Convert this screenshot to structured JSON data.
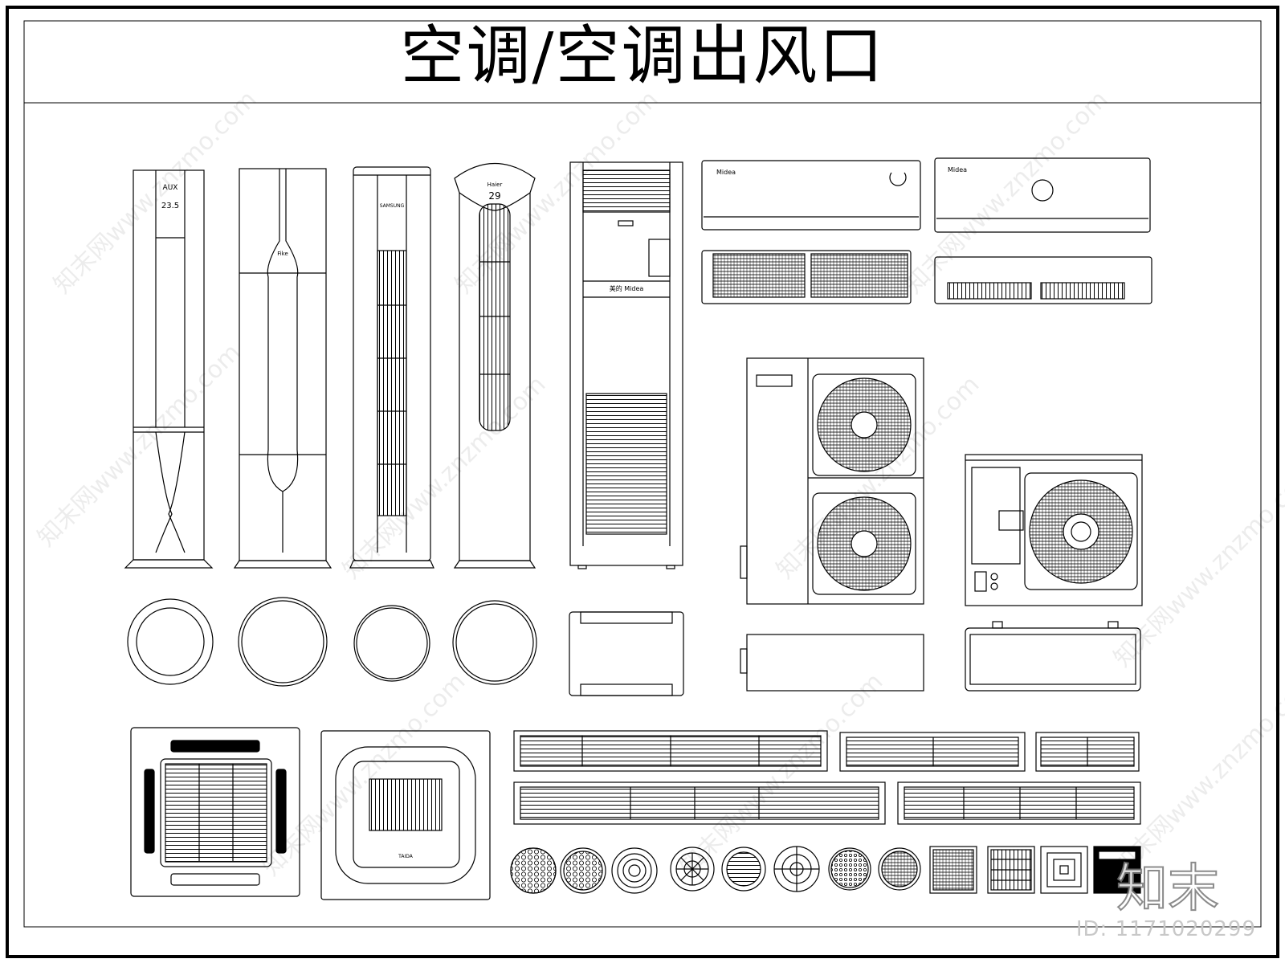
{
  "sheet": {
    "title": "空调/空调出风口",
    "id_label": "ID: 1171020299",
    "brand_mark": "知末",
    "watermark": "知末网www.znzmo.com"
  },
  "unit_labels": {
    "aux_brand": "AUX",
    "aux_display": "23.5",
    "gree_brand": "Fike",
    "samsung_brand": "SAMSUNG",
    "haier_brand": "Haier",
    "haier_display": "29",
    "midea_brand": "Midea",
    "midea_cabinet_brand": "美的 Midea",
    "cassette_brand": "TAIDA"
  },
  "colors": {
    "line": "#000000",
    "background": "#ffffff",
    "watermark": "#000000"
  }
}
